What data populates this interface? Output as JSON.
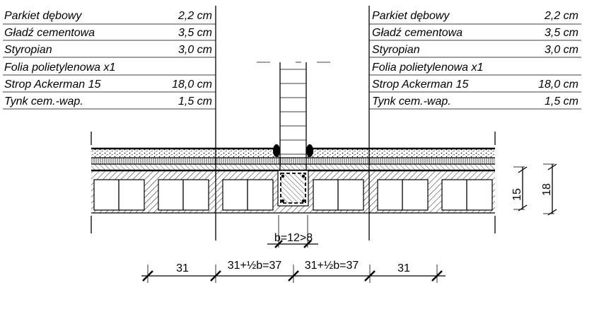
{
  "layers_left": [
    {
      "name": "Parkiet dębowy",
      "value": "2,2 cm"
    },
    {
      "name": "Gładź cementowa",
      "value": "3,5 cm"
    },
    {
      "name": "Styropian",
      "value": "3,0 cm"
    },
    {
      "name": "Folia polietylenowa x1",
      "value": ""
    },
    {
      "name": "Strop Ackerman 15",
      "value": "18,0 cm"
    },
    {
      "name": "Tynk cem.-wap.",
      "value": "1,5 cm"
    }
  ],
  "layers_right": [
    {
      "name": "Parkiet dębowy",
      "value": "2,2 cm"
    },
    {
      "name": "Gładź cementowa",
      "value": "3,5 cm"
    },
    {
      "name": "Styropian",
      "value": "3,0 cm"
    },
    {
      "name": "Folia polietylenowa x1",
      "value": ""
    },
    {
      "name": "Strop Ackerman 15",
      "value": "18,0 cm"
    },
    {
      "name": "Tynk cem.-wap.",
      "value": "1,5 cm"
    }
  ],
  "dimensions": {
    "rib_width": "b=12>8",
    "span_outer_left": "31",
    "span_inner_left": "31+½b=37",
    "span_inner_right": "31+½b=37",
    "span_outer_right": "31",
    "height_block": "15",
    "height_total": "18"
  }
}
